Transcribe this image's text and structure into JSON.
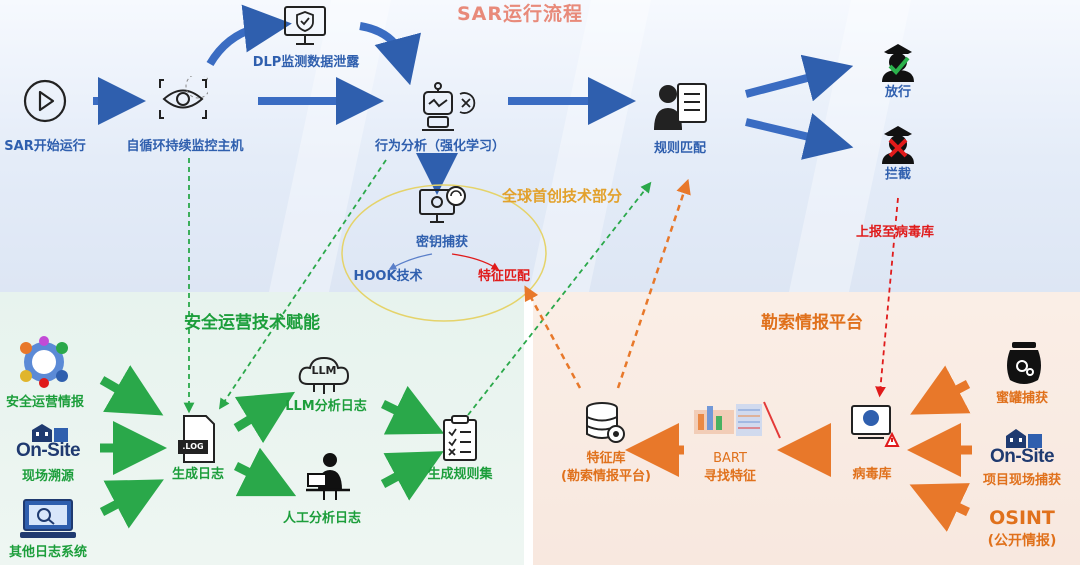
{
  "title": "SAR运行流程",
  "flow": {
    "start": "SAR开始运行",
    "monitor": "自循环持续监控主机",
    "dlp": "DLP监测数据泄露",
    "behavior": "行为分析（强化学习）",
    "rule_match": "规则匹配",
    "allow": "放行",
    "block": "拦截",
    "report": "上报至病毒库"
  },
  "core": {
    "title": "全球首创技术部分",
    "key_capture": "密钥捕获",
    "hook": "HOOK技术",
    "feature_match": "特征匹配"
  },
  "secops": {
    "title": "安全运营技术赋能",
    "intel": "安全运营情报",
    "onsite_badge": "On-Site",
    "trace": "现场溯源",
    "other_logs": "其他日志系统",
    "gen_log": "生成日志",
    "log_badge": ".LOG",
    "llm_badge": "LLM",
    "llm_log": "LLM分析日志",
    "manual_log": "人工分析日志",
    "ruleset": "生成规则集"
  },
  "intel_platform": {
    "title": "勒索情报平台",
    "honeypot": "蜜罐捕获",
    "onsite_badge": "On-Site",
    "onsite_capture": "项目现场捕获",
    "osint": "OSINT",
    "osint_sub": "(公开情报)",
    "virus_db": "病毒库",
    "bart_title": "BART",
    "bart_sub": "寻找特征",
    "feature_db": "特征库",
    "feature_db_sub": "(勒索情报平台)"
  },
  "colors": {
    "blue": "#2f5fae",
    "green": "#2aa84a",
    "orange": "#e8782a",
    "red": "#e01b1b",
    "gold": "#e2a12c"
  }
}
